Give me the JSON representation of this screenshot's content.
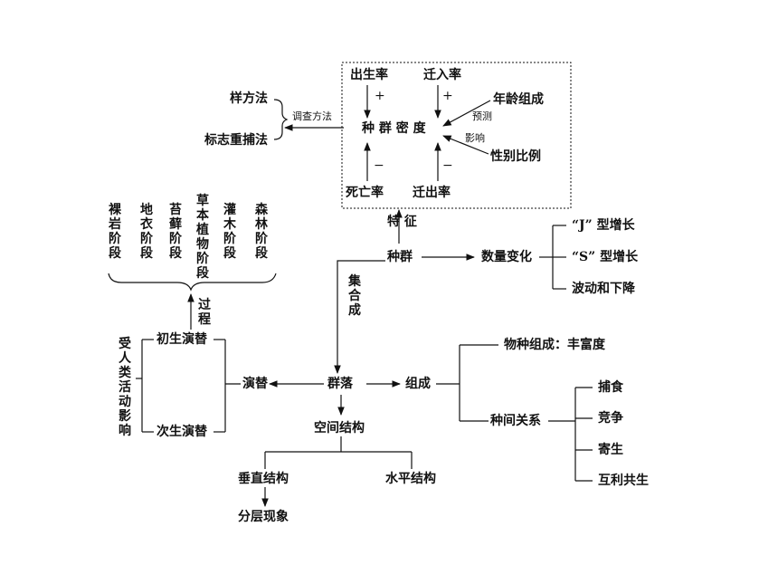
{
  "population_box": {
    "birth_rate": "出生率",
    "immigration_rate": "迁入率",
    "density": "种 群 密 度",
    "age_structure": "年龄组成",
    "sex_ratio": "性别比例",
    "death_rate": "死亡率",
    "emigration_rate": "迁出率",
    "predict": "预测",
    "influence": "影响",
    "plus": "+",
    "minus": "−"
  },
  "survey": {
    "method_label": "调查方法",
    "quadrat": "样方法",
    "mark_recapture": "标志重捕法"
  },
  "population": {
    "label": "种群",
    "feature": "特 征",
    "quantity_change": "数量变化",
    "j_growth": "“J” 型增长",
    "s_growth": "“S” 型增长",
    "fluctuation": "波动和下降"
  },
  "community": {
    "label": "群落",
    "aggregate": "集合成",
    "composition": "组成",
    "species_richness": "物种组成：丰富度",
    "interspecific": "种间关系",
    "relations": [
      "捕食",
      "竞争",
      "寄生",
      "互利共生"
    ],
    "spatial_structure": "空间结构",
    "vertical": "垂直结构",
    "horizontal": "水平结构",
    "stratification": "分层现象"
  },
  "succession": {
    "label": "演替",
    "primary": "初生演替",
    "secondary": "次生演替",
    "human_influence": "受人类活动影响",
    "process": "过程",
    "stages": [
      "裸岩阶段",
      "地衣阶段",
      "苔藓阶段",
      "草本植物阶段",
      "灌木阶段",
      "森林阶段"
    ]
  }
}
